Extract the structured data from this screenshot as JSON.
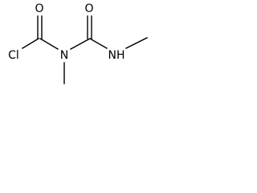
{
  "molecule": {
    "atoms": {
      "chlorine": "Cl",
      "carbonyl_oxygen_1": "O",
      "nitrogen_methyl": "N",
      "carbonyl_oxygen_2": "O",
      "nitrogen_h": "NH"
    },
    "bonds": [
      {
        "from": "chlorine",
        "to": "carbon_1",
        "order": 1
      },
      {
        "from": "carbon_1",
        "to": "carbonyl_oxygen_1",
        "order": 2
      },
      {
        "from": "carbon_1",
        "to": "nitrogen_methyl",
        "order": 1
      },
      {
        "from": "nitrogen_methyl",
        "to": "methyl_1",
        "order": 1
      },
      {
        "from": "nitrogen_methyl",
        "to": "carbon_2",
        "order": 1
      },
      {
        "from": "carbon_2",
        "to": "carbonyl_oxygen_2",
        "order": 2
      },
      {
        "from": "carbon_2",
        "to": "nitrogen_h",
        "order": 1
      },
      {
        "from": "nitrogen_h",
        "to": "methyl_2",
        "order": 1
      }
    ]
  }
}
